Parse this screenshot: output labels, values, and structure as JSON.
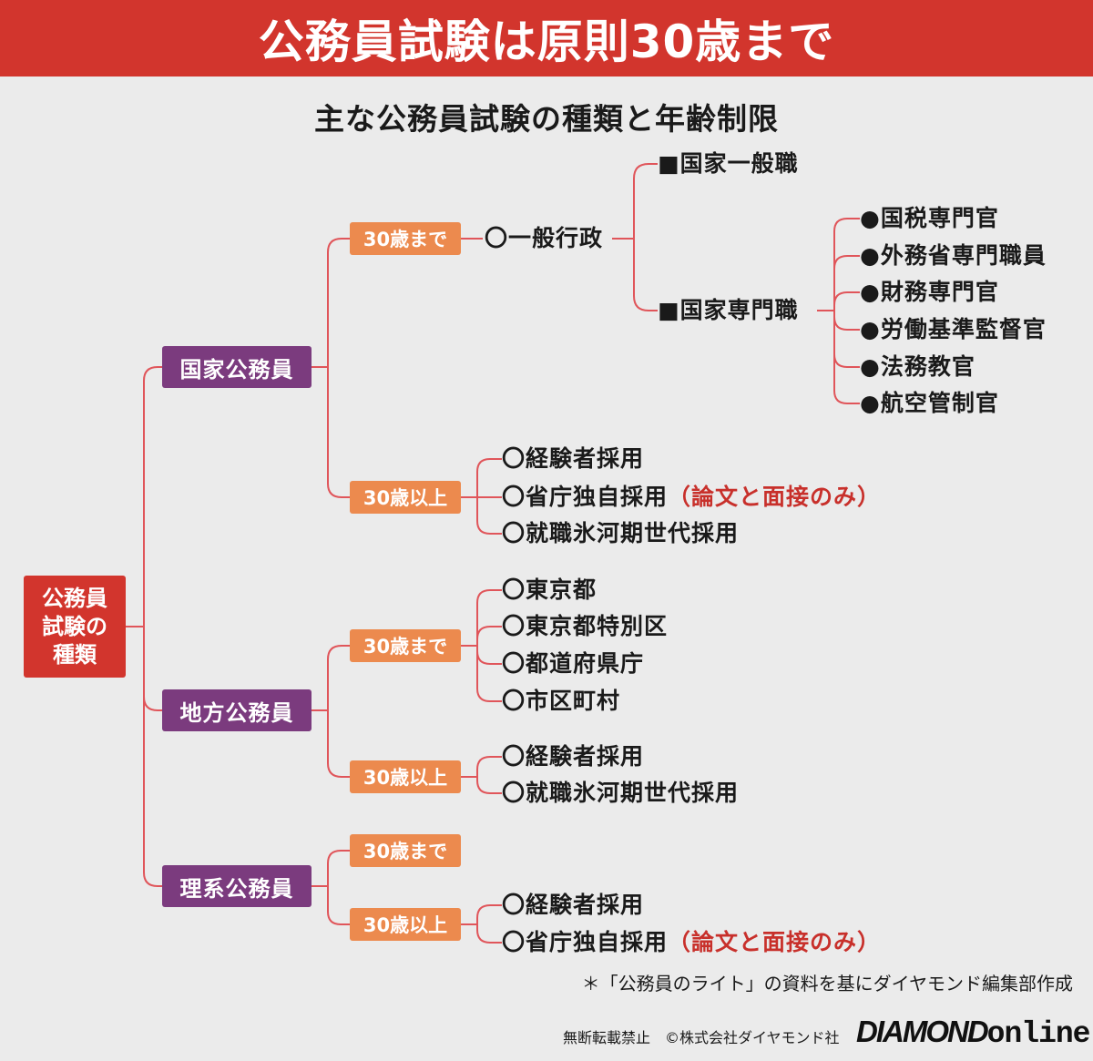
{
  "title": "公務員試験は原則30歳まで",
  "subtitle": "主な公務員試験の種類と年齢制限",
  "root": {
    "lines": [
      "公務員",
      "試験の",
      "種類"
    ]
  },
  "categories": [
    {
      "label": "国家公務員",
      "groups": [
        {
          "age": "30歳まで",
          "item": "〇一般行政",
          "subitems": [
            {
              "label": "■国家一般職",
              "children": []
            },
            {
              "label": "■国家専門職",
              "children": [
                "●国税専門官",
                "●外務省専門職員",
                "●財務専門官",
                "●労働基準監督官",
                "●法務教官",
                "●航空管制官"
              ]
            }
          ]
        },
        {
          "age": "30歳以上",
          "items": [
            {
              "text": "〇経験者採用",
              "note": ""
            },
            {
              "text": "〇省庁独自採用",
              "note": "（論文と面接のみ）"
            },
            {
              "text": "〇就職氷河期世代採用",
              "note": ""
            }
          ]
        }
      ]
    },
    {
      "label": "地方公務員",
      "groups": [
        {
          "age": "30歳まで",
          "items": [
            {
              "text": "〇東京都",
              "note": ""
            },
            {
              "text": "〇東京都特別区",
              "note": ""
            },
            {
              "text": "〇都道府県庁",
              "note": ""
            },
            {
              "text": "〇市区町村",
              "note": ""
            }
          ]
        },
        {
          "age": "30歳以上",
          "items": [
            {
              "text": "〇経験者採用",
              "note": ""
            },
            {
              "text": "〇就職氷河期世代採用",
              "note": ""
            }
          ]
        }
      ]
    },
    {
      "label": "理系公務員",
      "groups": [
        {
          "age": "30歳まで",
          "items": []
        },
        {
          "age": "30歳以上",
          "items": [
            {
              "text": "〇経験者採用",
              "note": ""
            },
            {
              "text": "〇省庁独自採用",
              "note": "（論文と面接のみ）"
            }
          ]
        }
      ]
    }
  ],
  "footnote": "＊「公務員のライト」の資料を基にダイヤモンド編集部作成",
  "copyright": "無断転載禁止　©株式会社ダイヤモンド社",
  "brand": {
    "name": "DIAMOND",
    "suffix": "online"
  },
  "colors": {
    "banner": "#d2352d",
    "root_box": "#d2352d",
    "category_box": "#7b3b7e",
    "age_box": "#ec8a4e",
    "connector": "#e0555a",
    "note_text": "#c8302b",
    "background": "#ebebeb"
  }
}
